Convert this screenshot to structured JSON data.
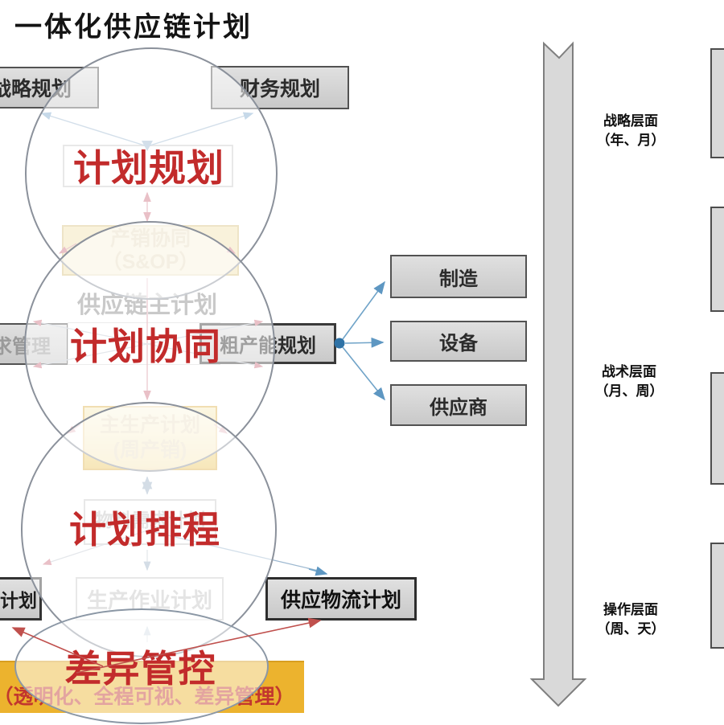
{
  "page": {
    "title": "一体化供应链计划"
  },
  "colors": {
    "accent_red": "#c22b2b",
    "banner_gold": "#ecb32e",
    "box_gray": "#d8d8d8",
    "sop_yellow": "#f2e3b0",
    "mps_yellow": "#f0d47a",
    "arrow_blue": "#6fa3c8",
    "arrow_pink": "#cf7483",
    "arrow_red": "#c0504d",
    "timeline_gray": "#d9d9d9"
  },
  "rings": {
    "planning": {
      "title": "计划规划"
    },
    "collaboration": {
      "title": "计划协同"
    },
    "scheduling": {
      "title": "计划排程"
    },
    "variance": {
      "title": "差异管控",
      "subtitle": "（透明化、全程可视、差异管理）"
    }
  },
  "boxes": {
    "strategic": "战略规划",
    "finance": "财务规划",
    "sop_line1": "产销协同",
    "sop_line2": "（S&OP）",
    "master_plan": "供应链主计划",
    "demand": "需求管理",
    "capacity": "粗产能规划",
    "manufacturing": "制造",
    "equipment": "设备",
    "supplier": "供应商",
    "mps_line1": "主生产计划",
    "mps_line2": "(周产销)",
    "mrp": "物料需求计划",
    "left_plan": "计划",
    "production_ops": "生产作业计划",
    "supply_logistics": "供应物流计划"
  },
  "timeline": {
    "levels": [
      {
        "label": "战略层面",
        "range": "（年、月）"
      },
      {
        "label": "战术层面",
        "range": "（月、周）"
      },
      {
        "label": "操作层面",
        "range": "（周、天）"
      }
    ]
  }
}
